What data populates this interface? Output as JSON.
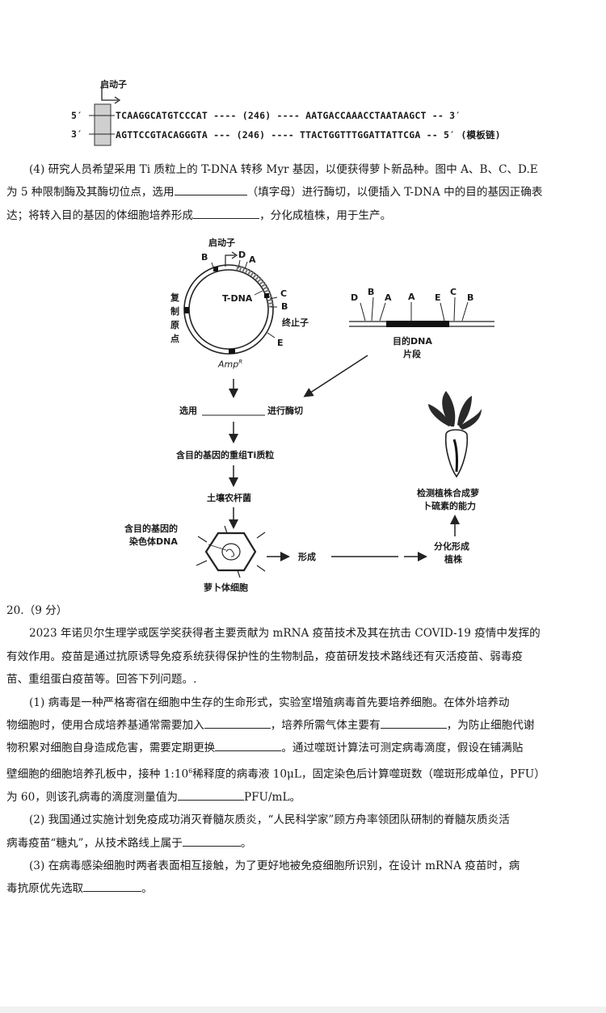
{
  "dna_figure": {
    "promoter_label": "启动子",
    "strand1_end": "5′",
    "strand1_seq": "TCAAGGCATGTCCCAT ---- (246) ---- AATGACCAAACCTAATAAGCT -- 3′",
    "strand2_end": "3′",
    "strand2_seq": "AGTTCCGTACAGGGTA --- (246) ---- TTACTGGTTTGGATTATTCGA -- 5′ (模板链)"
  },
  "q4": {
    "line1": "(4) 研究人员希望采用 Ti 质粒上的 T-DNA 转移 Myr 基因，以便获得萝卜新品种。图中 A、B、C、D.E",
    "line2_a": "为 5 种限制酶及其酶切位点，选用",
    "line2_b": "（填字母）进行酶切，以便插入 T-DNA 中的目的基因正确表",
    "line3_a": "达；将转入目的基因的体细胞培养形成",
    "line3_b": "，分化成植株，用于生产。"
  },
  "diagram": {
    "plasmid_promoter": "启动子",
    "site_B_top": "B",
    "site_D_top": "D",
    "site_A_top": "A",
    "site_C": "C",
    "site_B_right": "B",
    "site_E": "E",
    "tdna": "T-DNA",
    "terminator": "终止子",
    "ori_1": "复",
    "ori_2": "制",
    "ori_3": "原",
    "ori_4": "点",
    "amp": "Amp",
    "amp_sup": "R",
    "frag_D": "D",
    "frag_B1": "B",
    "frag_A1": "A",
    "frag_A2": "A",
    "frag_E": "E",
    "frag_C": "C",
    "frag_B2": "B",
    "frag_label_1": "目的DNA",
    "frag_label_2": "片段",
    "select_a": "选用",
    "select_b": "进行酶切",
    "recomb": "含目的基因的重组Ti质粒",
    "agro": "土壤农杆菌",
    "chrom_1": "含目的基因的",
    "chrom_2": "染色体DNA",
    "cell": "萝卜体细胞",
    "form": "形成",
    "diff_1": "分化形成",
    "diff_2": "植株",
    "detect_1": "检测植株合成萝",
    "detect_2": "卜硫素的能力"
  },
  "q20": {
    "heading": "20.（9 分）",
    "intro_1": "2023 年诺贝尔生理学或医学奖获得者主要贡献为 mRNA 疫苗技术及其在抗击 COVID-19 疫情中发挥的",
    "intro_2": "有效作用。疫苗是通过抗原诱导免疫系统获得保护性的生物制品，疫苗研发技术路线还有灭活疫苗、弱毒疫",
    "intro_3": "苗、重组蛋白疫苗等。回答下列问题。.",
    "p1_1": "(1) 病毒是一种严格寄宿在细胞中生存的生命形式，实验室增殖病毒首先要培养细胞。在体外培养动",
    "p1_2a": "物细胞时，使用合成培养基通常需要加入",
    "p1_2b": "，培养所需气体主要有",
    "p1_2c": "，为防止细胞代谢",
    "p1_3a": "物积累对细胞自身造成危害，需要定期更换",
    "p1_3b": "。通过噬斑计算法可测定病毒滴度，假设在铺满贴",
    "p1_4a": "壁细胞的细胞培养孔板中，接种 1:10",
    "p1_4sup": "6",
    "p1_4b": "稀释度的病毒液 10μL，固定染色后计算噬斑数（噬斑形成单位，PFU）",
    "p1_5a": "为 60，则该孔病毒的滴度测量值为",
    "p1_5b": "PFU/mL。",
    "p2_1": "(2) 我国通过实施计划免疫成功消灭脊髓灰质炎，“人民科学家”顾方舟率领团队研制的脊髓灰质炎活",
    "p2_2a": "病毒疫苗“糖丸”，从技术路线上属于",
    "p2_2b": "。",
    "p3_1": "(3) 在病毒感染细胞时两者表面相互接触，为了更好地被免疫细胞所识别，在设计 mRNA 疫苗时，病",
    "p3_2a": "毒抗原优先选取",
    "p3_2b": "。"
  }
}
